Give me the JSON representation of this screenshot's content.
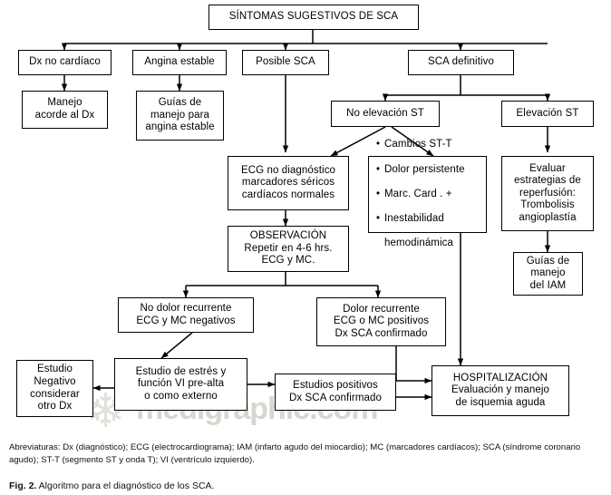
{
  "figure": {
    "caption_bold": "Fig. 2.",
    "caption_rest": " Algoritmo para el diagnóstico de los SCA.",
    "abbreviations": "Abreviaturas: Dx (diagnóstico); ECG (electrocardiograma); IAM (infarto agudo del miocardio); MC (marcadores cardíacos); SCA (síndrome coronario agudo); ST-T (segmento ST y onda T); VI (ventrículo izquierdo).",
    "watermark": "medigraphic.com"
  },
  "nodes": {
    "sintomas": "SÍNTOMAS SUGESTIVOS DE SCA",
    "dx_no_cardiaco": "Dx no cardíaco",
    "angina_estable": "Angina estable",
    "posible_sca": "Posible SCA",
    "sca_definitivo": "SCA definitivo",
    "manejo_acorde": "Manejo\nacorde al Dx",
    "guias_angina": "Guías de\nmanejo para\nangina estable",
    "no_elevacion_st": "No elevación ST",
    "elevacion_st": "Elevación ST",
    "ecg_no_diagnostico": "ECG no diagnóstico\nmarcadores séricos\ncardíacos normales",
    "criterios": {
      "b1": "Cambios ST-T",
      "b2": "Dolor persistente",
      "b3": "Marc. Card . +",
      "b4": "Inestabilidad",
      "b4b": "hemodinámica"
    },
    "evaluar_reperfusion": "Evaluar\nestrategias de\nreperfusión:\nTrombolisis\nangioplastía",
    "observacion": "OBSERVACIÓN\nRepetir en 4-6 hrs.\nECG y MC.",
    "guias_iam": "Guías de\nmanejo\ndel IAM",
    "no_dolor_recurrente": "No dolor recurrente\nECG y MC negativos",
    "dolor_recurrente": "Dolor recurrente\nECG o MC positivos\nDx SCA confirmado",
    "estudio_negativo": "Estudio\nNegativo\nconsiderar\notro Dx",
    "estudio_estres": "Estudio de estrés y\nfunción VI  pre-alta\no como externo",
    "estudios_positivos": "Estudios positivos\nDx SCA confirmado",
    "hospitalizacion": "HOSPITALIZACIÓN\nEvaluación y manejo\nde isquemia aguda"
  },
  "chart_data": {
    "type": "diagram",
    "title": "Algoritmo para el diagnóstico de los SCA",
    "diagram_kind": "flowchart",
    "root": "SÍNTOMAS SUGESTIVOS DE SCA",
    "edges": [
      {
        "from": "SÍNTOMAS SUGESTIVOS DE SCA",
        "to": "Dx no cardíaco"
      },
      {
        "from": "SÍNTOMAS SUGESTIVOS DE SCA",
        "to": "Angina estable"
      },
      {
        "from": "SÍNTOMAS SUGESTIVOS DE SCA",
        "to": "Posible SCA"
      },
      {
        "from": "SÍNTOMAS SUGESTIVOS DE SCA",
        "to": "SCA definitivo"
      },
      {
        "from": "Dx no cardíaco",
        "to": "Manejo acorde al Dx"
      },
      {
        "from": "Angina estable",
        "to": "Guías de manejo para angina estable"
      },
      {
        "from": "Posible SCA",
        "to": "ECG no diagnóstico marcadores séricos cardíacos normales"
      },
      {
        "from": "SCA definitivo",
        "to": "No elevación ST"
      },
      {
        "from": "SCA definitivo",
        "to": "Elevación ST"
      },
      {
        "from": "No elevación ST",
        "to": "ECG no diagnóstico marcadores séricos cardíacos normales"
      },
      {
        "from": "No elevación ST",
        "to": "Cambios ST-T / Dolor persistente / Marc. Card . + / Inestabilidad hemodinámica"
      },
      {
        "from": "Elevación ST",
        "to": "Evaluar estrategias de reperfusión: Trombolisis angioplastía"
      },
      {
        "from": "Evaluar estrategias de reperfusión: Trombolisis angioplastía",
        "to": "Guías de manejo del IAM"
      },
      {
        "from": "ECG no diagnóstico marcadores séricos cardíacos normales",
        "to": "OBSERVACIÓN Repetir en 4-6 hrs. ECG y MC."
      },
      {
        "from": "OBSERVACIÓN Repetir en 4-6 hrs. ECG y MC.",
        "to": "No dolor recurrente ECG y MC negativos"
      },
      {
        "from": "OBSERVACIÓN Repetir en 4-6 hrs. ECG y MC.",
        "to": "Dolor recurrente ECG o MC positivos Dx SCA confirmado"
      },
      {
        "from": "No dolor recurrente ECG y MC negativos",
        "to": "Estudio de estrés y función VI pre-alta o como externo"
      },
      {
        "from": "Estudio de estrés y función VI pre-alta o como externo",
        "to": "Estudio Negativo considerar otro Dx"
      },
      {
        "from": "Estudio de estrés y función VI pre-alta o como externo",
        "to": "Estudios positivos Dx SCA confirmado"
      },
      {
        "from": "Estudios positivos Dx SCA confirmado",
        "to": "HOSPITALIZACIÓN Evaluación y manejo de isquemia aguda"
      },
      {
        "from": "Dolor recurrente ECG o MC positivos Dx SCA confirmado",
        "to": "HOSPITALIZACIÓN Evaluación y manejo de isquemia aguda"
      },
      {
        "from": "Cambios ST-T / Dolor persistente / Marc. Card . + / Inestabilidad hemodinámica",
        "to": "HOSPITALIZACIÓN Evaluación y manejo de isquemia aguda"
      }
    ]
  }
}
